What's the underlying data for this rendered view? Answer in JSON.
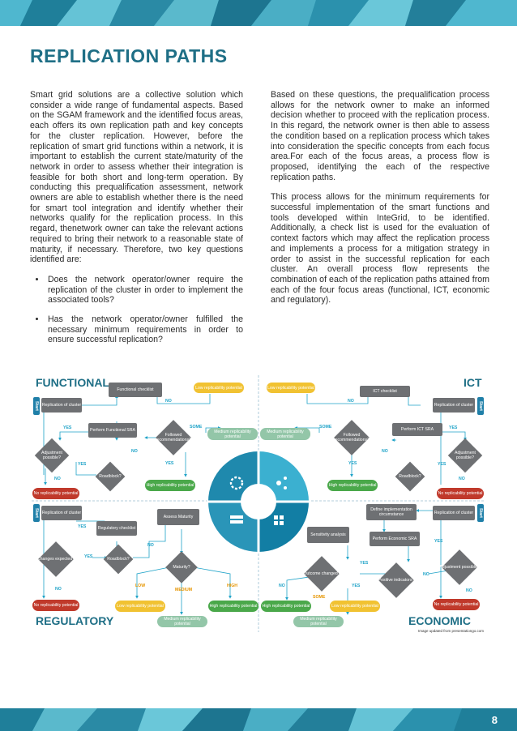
{
  "header": {
    "band_color_1": "#1f8aa8",
    "band_color_2": "#4fb7cf"
  },
  "title": "REPLICATION PATHS",
  "left_column": {
    "paragraph": "Smart grid solutions are a collective solution which consider a wide range of fundamental aspects. Based on the SGAM framework and the identified focus areas, each offers its own replication path and key concepts for the cluster replication. However, before the replication of smart grid functions within a network, it is important to establish the current state/maturity of the network in order to assess whether their integration is feasible for both short and long-term operation. By conducting this prequalification assessment, network owners are able to establish whether there is the need for smart tool integration and identify whether their networks qualify for the replication process. In this regard, thenetwork owner can take the relevant actions required to bring their network to a reasonable state of maturity, if necessary. Therefore, two key questions identified are:",
    "bullets": [
      "Does the network operator/owner require the replication of the cluster in order to implement the associated tools?",
      "Has the network operator/owner fulfilled the necessary minimum requirements in order to ensure successful replication?"
    ]
  },
  "right_column": {
    "paragraph_1": "Based on these questions, the prequalification process allows for the network owner to make an informed decision whether to proceed with the replication process. In this regard, the network owner is then able to assess the condition based on a replication process which takes into consideration the specific concepts from each focus area.For each of the focus areas, a process flow is proposed, identifying the each of the respective replication paths.",
    "paragraph_2": "This process allows for the minimum requirements for successful implementation of the smart functions and tools developed within InteGrid, to be identified. Additionally, a check list is used for the evaluation of context factors which may affect the replication process and implements a process for a mitigation strategy in order to assist in the successful replication for each cluster. An overall process flow represents the combination of each of the replication paths attained from each of the four focus areas (functional, ICT, economic and regulatory)."
  },
  "diagram": {
    "quadrants": {
      "functional": "FUNCTIONAL",
      "ict": "ICT",
      "regulatory": "REGULATORY",
      "economic": "ECONOMIC"
    },
    "functional": {
      "start": "Start",
      "replication": "Replication of cluster",
      "checklist": "Functional checklist",
      "perform": "Perform Functional SRA",
      "followed": "Followed recommendations?",
      "adjustment": "Adjustment possible?",
      "roadblock": "Roadblock?",
      "no_potential": "No replicability potential",
      "low": "Low replicability potential",
      "medium": "Medium replicability potential",
      "high": "High replicability potential"
    },
    "ict": {
      "start": "Start",
      "replication": "Replication of cluster",
      "checklist": "ICT checklist",
      "perform": "Perform ICT SRA",
      "followed": "Followed recommendations?",
      "adjustment": "Adjustment possible?",
      "roadblock": "Roadblock?",
      "no_potential": "No replicability potential",
      "low": "Low replicability potential",
      "medium": "Medium replicability potential",
      "high": "High replicability potential"
    },
    "regulatory": {
      "start": "Start",
      "replication": "Replication of cluster",
      "checklist": "Regulatory checklist",
      "assess": "Assess Maturity",
      "changes": "Changes expected?",
      "roadblock": "Roadblock?",
      "maturity": "Maturity?",
      "no_potential": "No replicability potential",
      "low": "Low replicability potential",
      "medium": "Medium replicability potential",
      "high": "High replicability potential"
    },
    "economic": {
      "start": "Start",
      "replication": "Replication of cluster",
      "define": "Define implementation circumstance",
      "sensitivity": "Sensitivity analysis",
      "perform": "Perform Economic SRA",
      "outcome": "Outcome changed?",
      "positive": "Positive indicators?",
      "adjustment": "Adjustment possible?",
      "no_potential": "No replicability potential",
      "low": "Low replicability potential",
      "medium": "Medium replicability potential",
      "high": "High replicability potential"
    },
    "connectors": {
      "yes": "YES",
      "no": "NO",
      "some": "SOME",
      "low": "LOW",
      "medium": "MEDIUM",
      "high": "HIGH"
    },
    "credit": "Image updated from presentationgo.com"
  },
  "page_number": "8"
}
